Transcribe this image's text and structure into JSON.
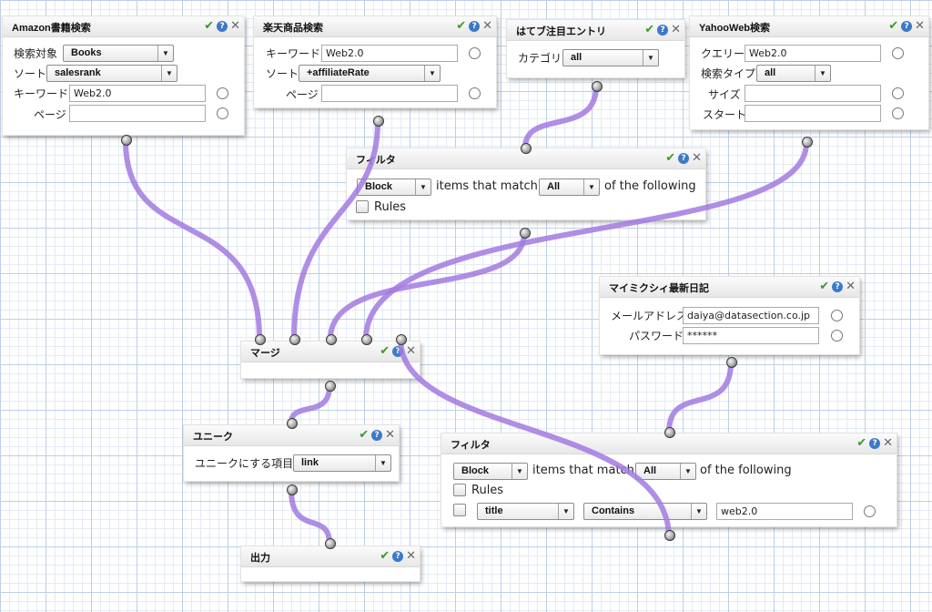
{
  "icons": {
    "ok": "✔",
    "help": "?",
    "close": "✕",
    "arrow": "▼"
  },
  "colors": {
    "wire": "#a27ae0",
    "grid": "#bcd0e6",
    "ok_icon": "#3a9a2a",
    "help_icon": "#3c79c9"
  },
  "amazon": {
    "title": "Amazon書籍検索",
    "target_label": "検索対象",
    "target_value": "Books",
    "sort_label": "ソート",
    "sort_value": "salesrank",
    "keyword_label": "キーワード",
    "keyword_value": "Web2.0",
    "page_label": "ページ",
    "page_value": ""
  },
  "rakuten": {
    "title": "楽天商品検索",
    "keyword_label": "キーワード",
    "keyword_value": "Web2.0",
    "sort_label": "ソート",
    "sort_value": "+affiliateRate",
    "page_label": "ページ",
    "page_value": ""
  },
  "hatena": {
    "title": "はてブ注目エントリ",
    "category_label": "カテゴリ",
    "category_value": "all"
  },
  "yahoo": {
    "title": "YahooWeb検索",
    "query_label": "クエリー",
    "query_value": "Web2.0",
    "type_label": "検索タイプ",
    "type_value": "all",
    "size_label": "サイズ",
    "size_value": "",
    "start_label": "スタート",
    "start_value": ""
  },
  "filter1": {
    "title": "フィルタ",
    "mode_value": "Block",
    "items_text": "items that match",
    "match_value": "All",
    "following_text": "of the following",
    "rules_label": "Rules"
  },
  "merge": {
    "title": "マージ"
  },
  "mixi": {
    "title": "マイミクシィ最新日記",
    "email_label": "メールアドレス",
    "email_value": "daiya@datasection.co.jp",
    "password_label": "パスワード",
    "password_value": "******"
  },
  "unique": {
    "title": "ユニーク",
    "field_label": "ユニークにする項目",
    "field_value": "link"
  },
  "filter2": {
    "title": "フィルタ",
    "mode_value": "Block",
    "items_text": "items that match",
    "match_value": "All",
    "following_text": "of the following",
    "rules_label": "Rules",
    "rule_field_value": "title",
    "rule_op_value": "Contains",
    "rule_text_value": "web2.0"
  },
  "output": {
    "title": "出力"
  }
}
